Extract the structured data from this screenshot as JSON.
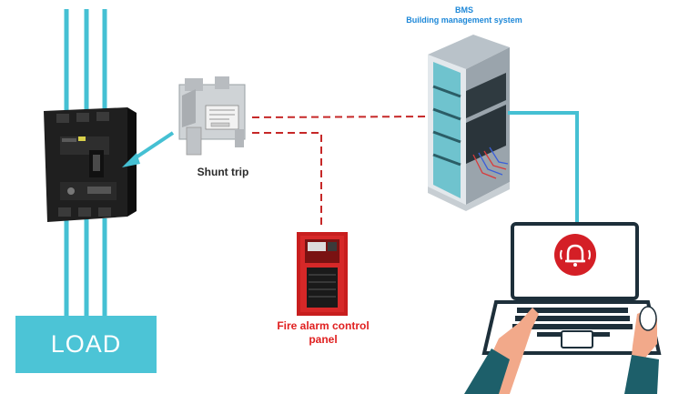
{
  "bms": {
    "title": "BMS",
    "subtitle": "Building management system"
  },
  "shunt_trip": {
    "label": "Shunt trip"
  },
  "fire_alarm": {
    "label_line1": "Fire alarm control",
    "label_line2": "panel"
  },
  "load": {
    "label": "LOAD"
  },
  "colors": {
    "cable": "#45c0d3",
    "dashed_link": "#c62828",
    "bms_text": "#1e88d8",
    "fire_text": "#e02020",
    "load_fill": "#4cc4d6"
  },
  "icons": [
    "circuit-breaker-icon",
    "shunt-trip-icon",
    "server-rack-icon",
    "fire-alarm-panel-icon",
    "laptop-icon",
    "alarm-bell-icon",
    "hands-icon"
  ]
}
